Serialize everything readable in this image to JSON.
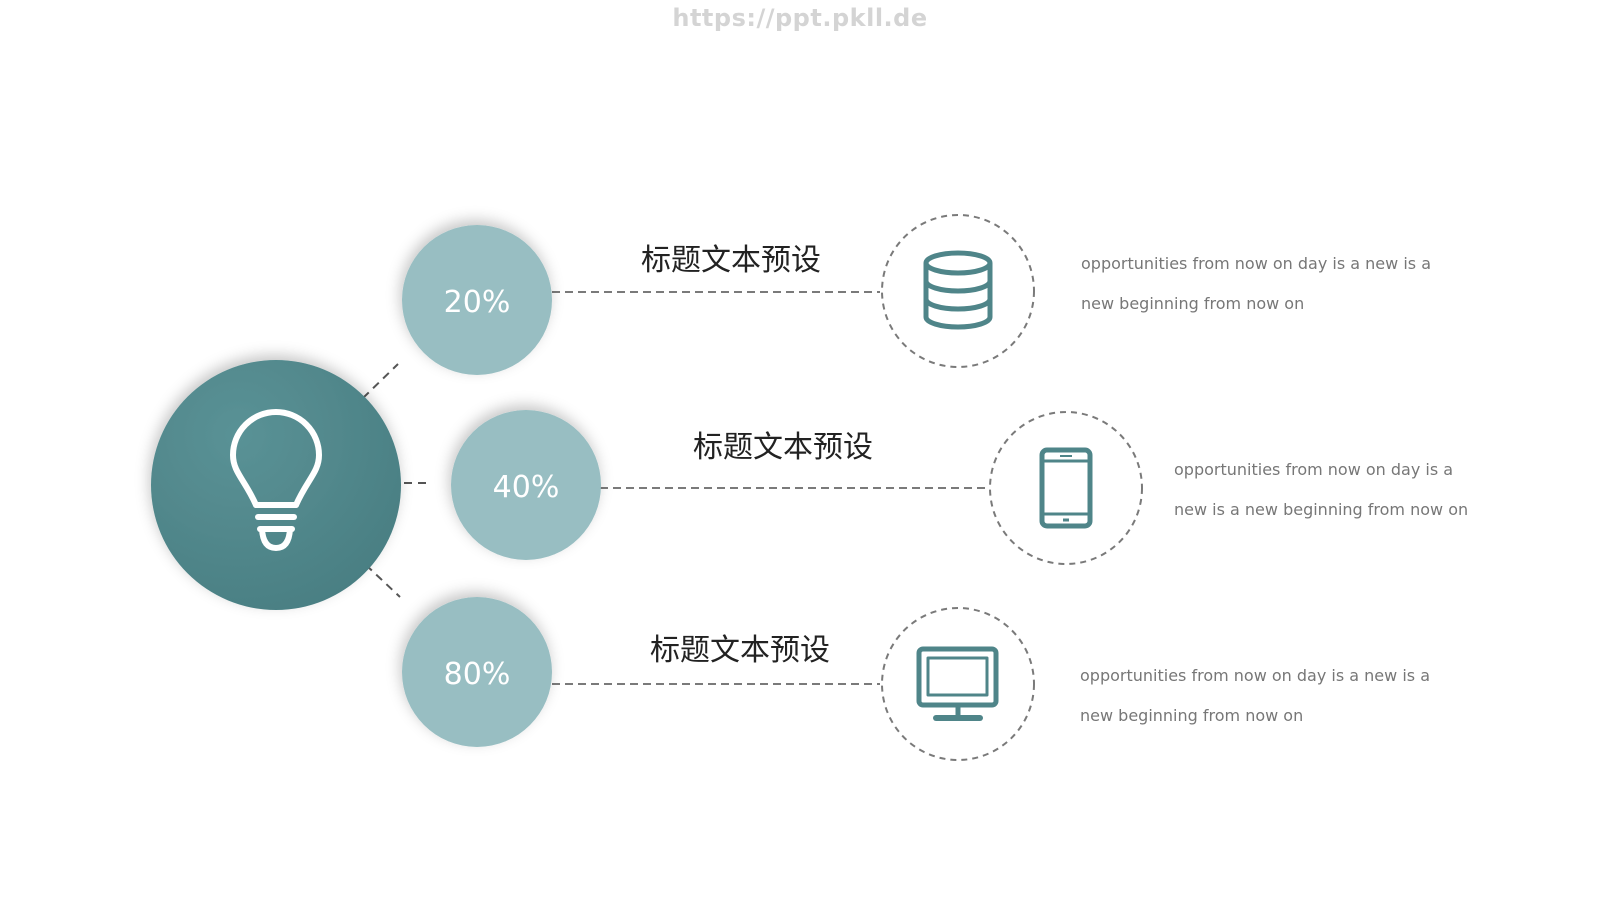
{
  "watermark": "https://ppt.pkll.de",
  "colors": {
    "main_circle": "#4f8589",
    "small_circle": "#98bec2",
    "icon_stroke": "#4f8589",
    "connector": "#7a7a7a"
  },
  "central": {
    "icon": "lightbulb-icon"
  },
  "items": [
    {
      "percent": "20%",
      "title": "标题文本预设",
      "icon": "database-icon",
      "description_line1": "opportunities from now on day is a new is a",
      "description_line2": "new beginning from now on"
    },
    {
      "percent": "40%",
      "title": "标题文本预设",
      "icon": "smartphone-icon",
      "description_line1": "opportunities from now on day is a",
      "description_line2": "new is a new beginning from now on"
    },
    {
      "percent": "80%",
      "title": "标题文本预设",
      "icon": "monitor-icon",
      "description_line1": "opportunities from now on day is a new is a",
      "description_line2": "new beginning from now on"
    }
  ]
}
